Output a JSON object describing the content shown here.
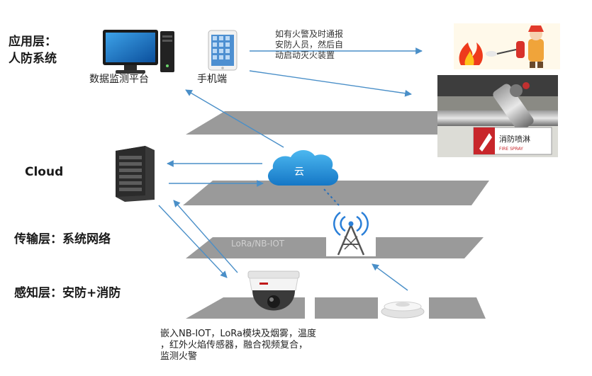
{
  "layers": {
    "application_title": "应用层：",
    "application_subtitle": "人防系统",
    "cloud": "Cloud",
    "transport": "传输层：系统网络",
    "perception": "感知层：安防+消防"
  },
  "devices": {
    "monitor_platform": "数据监测平台",
    "mobile": "手机端"
  },
  "alarm_note": [
    "如有火警及时通报",
    "安防人员，然后自",
    "动启动灭火装置"
  ],
  "cloud_label": "云",
  "network_label": "LoRa/NB-IOT",
  "sign_text": "消防喷淋",
  "sign_subtext": "FIRE SPRAY",
  "sensor_note": [
    "嵌入NB-IOT，LoRa模块及烟雾，温度",
    "，红外火焰传感器，融合视频复合，",
    "监测火警"
  ],
  "colors": {
    "plane": "#9a9a9a",
    "arrow": "#4a8fc8",
    "cloud": "#2a9be0",
    "sign_red": "#c8262b"
  }
}
